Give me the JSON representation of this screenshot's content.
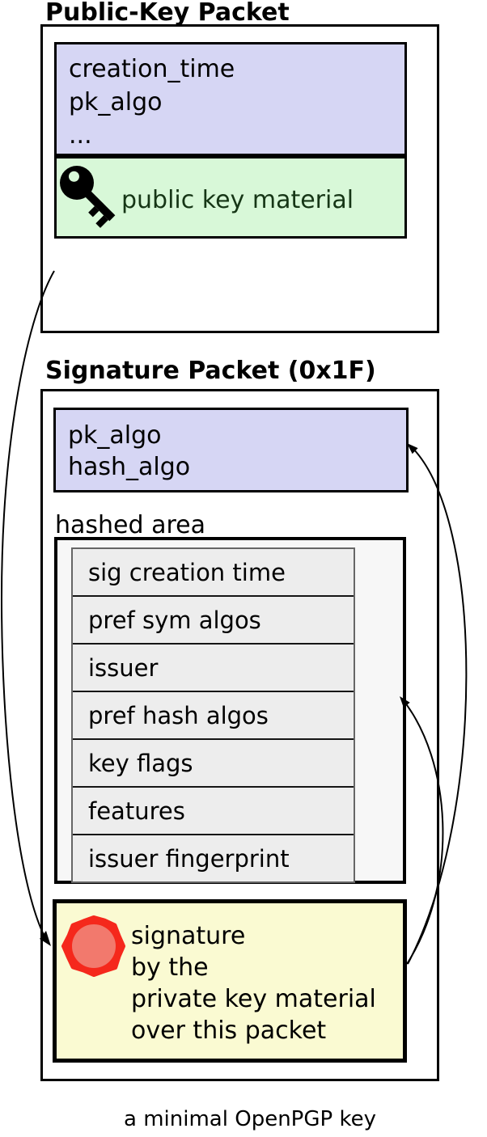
{
  "public_key_packet": {
    "title": "Public-Key Packet",
    "header_fields": [
      "creation_time",
      "pk_algo",
      "..."
    ],
    "key_material_label": "public key material"
  },
  "signature_packet": {
    "title": "Signature Packet (0x1F)",
    "header_fields": [
      "pk_algo",
      "hash_algo"
    ],
    "hashed_area_label": "hashed area",
    "hashed_subpackets": [
      "sig creation time",
      "pref sym algos",
      "issuer",
      "pref hash algos",
      "key flags",
      "features",
      "issuer fingerprint"
    ],
    "signature_lines": [
      "signature",
      "by the",
      "private key material",
      "over this packet"
    ]
  },
  "caption": "a minimal OpenPGP key",
  "icons": {
    "key_icon": "black-key",
    "seal_icon": "red-wax-seal"
  },
  "colors": {
    "field_header_bg": "#d6d6f4",
    "key_material_bg": "#d8f8d8",
    "key_material_text": "#163616",
    "hashed_area_bg": "#f7f7f7",
    "subpacket_bg": "#ededed",
    "signature_bg": "#fafad2",
    "seal_ring": "#f5281c",
    "seal_center": "#f2796d"
  }
}
